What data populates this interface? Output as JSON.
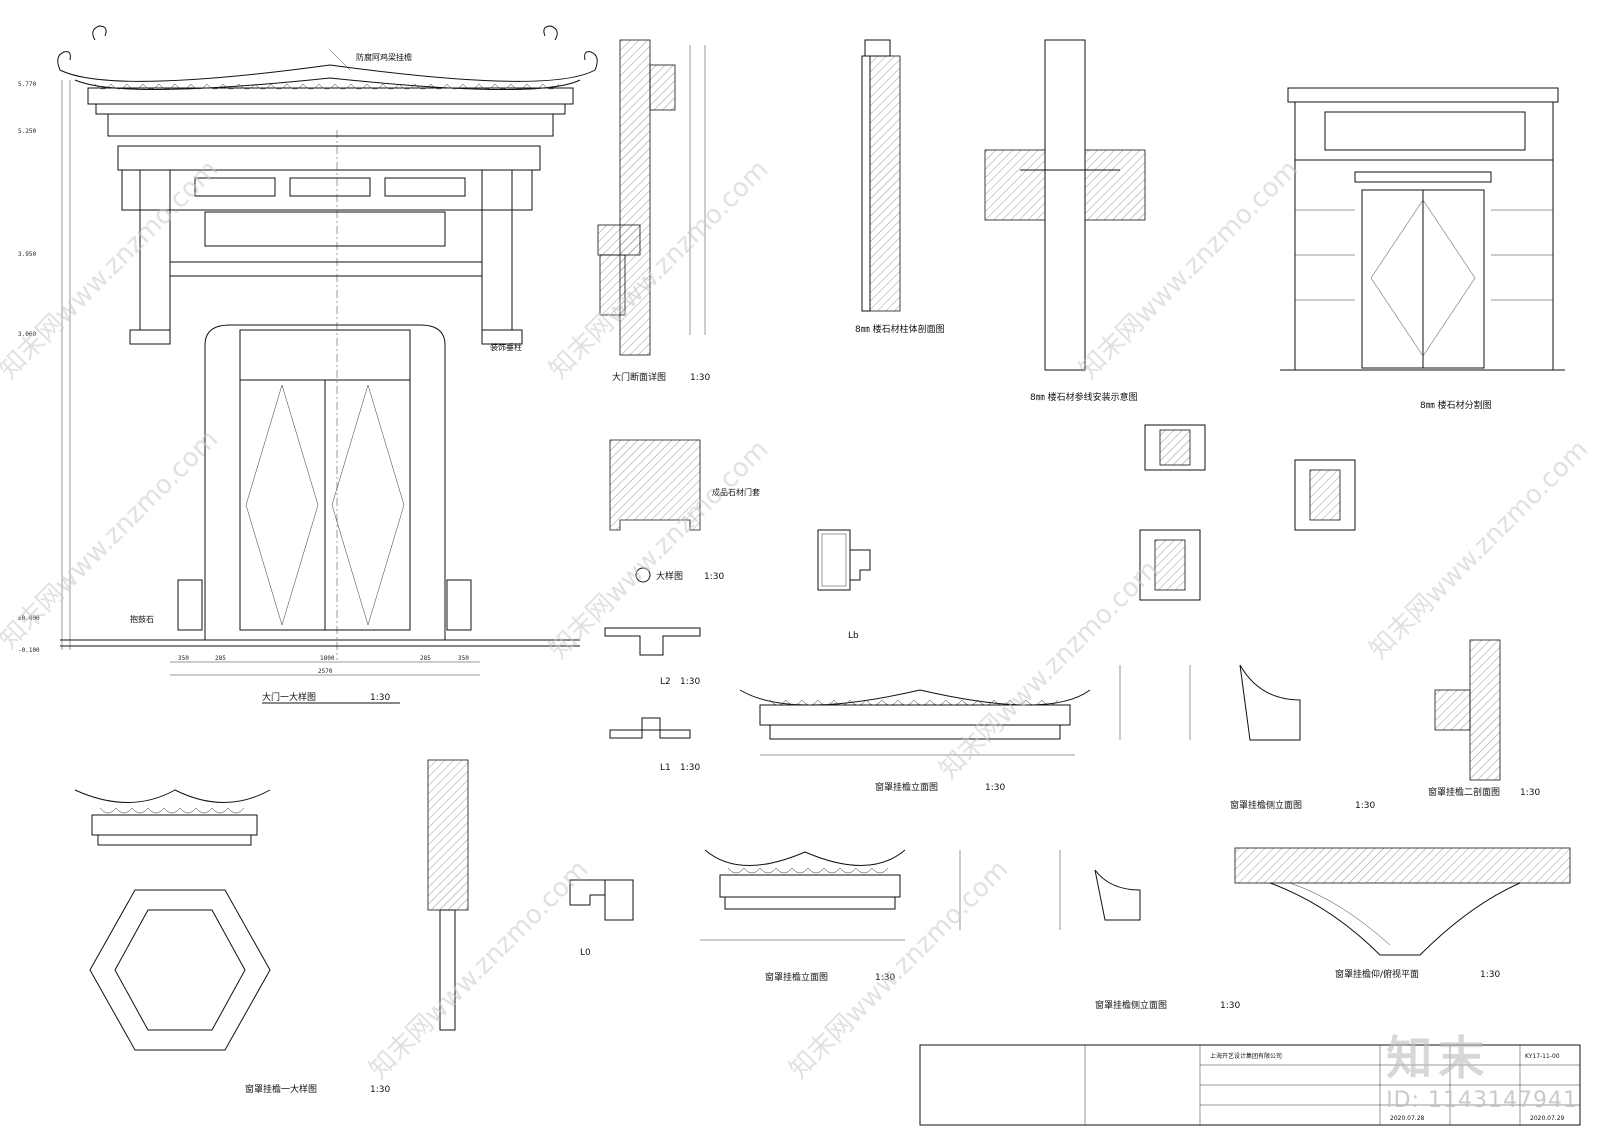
{
  "sheet": {
    "company": "上海开艺设计集团有限公司",
    "date1": "2020.07.28",
    "date2": "2020.07.29",
    "drawing_no": "KY17-11-00"
  },
  "labels": {
    "door_ornament": "防腐阿鸡梁挂檐",
    "door_title": "大门一大样图",
    "door_scale": "1:30",
    "door_section_title": "大门断面详图",
    "door_section_scale": "1:30",
    "detail1_title": "大样图",
    "detail1_scale": "1:30",
    "detail1_note": "成品石材门套",
    "l2_title": "L2",
    "l2_scale": "1:30",
    "l1_title": "L1",
    "l1_scale": "1:30",
    "lb_title": "Lb",
    "l0_title": "L0",
    "pillar_title": "8㎜ 楼石材柱体剖面图",
    "install_title": "8㎜ 楼石材参线安装示意图",
    "stone_split_title": "8㎜ 楼石材分割图",
    "window_front_title": "窗罩挂檐立面图",
    "window_front_scale": "1:30",
    "window_side_title": "窗罩挂檐侧立面图",
    "window_side_scale": "1:30",
    "window_sec2_title": "窗罩挂檐二剖面图",
    "window_sec2_scale": "1:30",
    "window_front2_title": "窗罩挂檐立面图",
    "window_front2_scale": "1:30",
    "window_side2_title": "窗罩挂檐侧立面图",
    "window_side2_scale": "1:30",
    "window_plan_title": "窗罩挂檐仰/俯视平面",
    "window_plan_scale": "1:30",
    "window_detail_title": "窗罩挂檐一大样图",
    "window_detail_scale": "1:30",
    "pier_stone": "抱鼓石",
    "ornament_note": "装饰垂柱",
    "watermark": "知末网www.znzmo.com"
  },
  "elevations": [
    "5.770",
    "5.250",
    "3.950",
    "3.060",
    "±0.000",
    "-0.100"
  ],
  "dims_bottom": [
    "350",
    "285",
    "1800",
    "285",
    "350",
    "2570"
  ],
  "brand": {
    "logo": "知末",
    "id": "ID: 1143147941"
  }
}
